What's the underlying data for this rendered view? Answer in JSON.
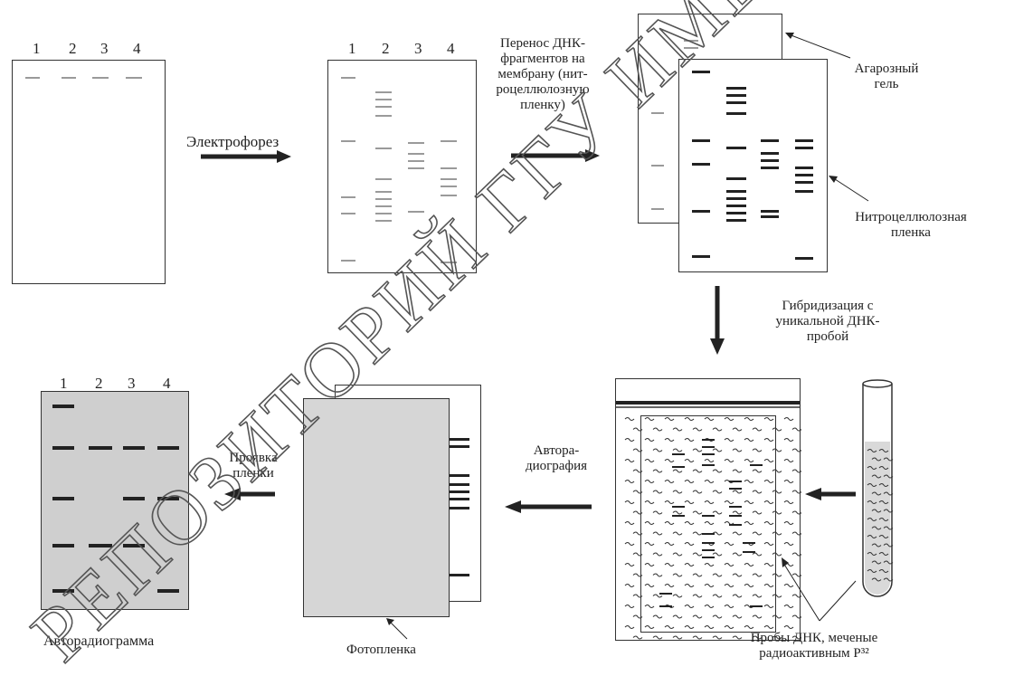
{
  "lanes": [
    "1",
    "2",
    "3",
    "4"
  ],
  "labels": {
    "electrophoresis": "Электрофорез",
    "transfer": [
      "Перенос ДНК-",
      "фрагментов на",
      "мембрану (нит-",
      "роцеллюлозную",
      "пленку)"
    ],
    "agarose_gel": [
      "Агарозный",
      "гель"
    ],
    "nitrocellulose": [
      "Нитроцеллюлозная",
      "пленка"
    ],
    "hybridization": [
      "Гибридизация с",
      "уникальной ДНК-",
      "пробой"
    ],
    "autoradiography": [
      "Автора-",
      "диография"
    ],
    "film_develop": [
      "Проявка",
      "пленки"
    ],
    "autoradiogram": "Авторадиограмма",
    "photofilm": "Фотопленка",
    "probes": [
      "Пробы ДНК, меченые",
      "радиоактивным Р³²"
    ]
  },
  "watermark": "РЕПОЗИТОРИЙ ГГУ ИМЕНИ Ф."
}
